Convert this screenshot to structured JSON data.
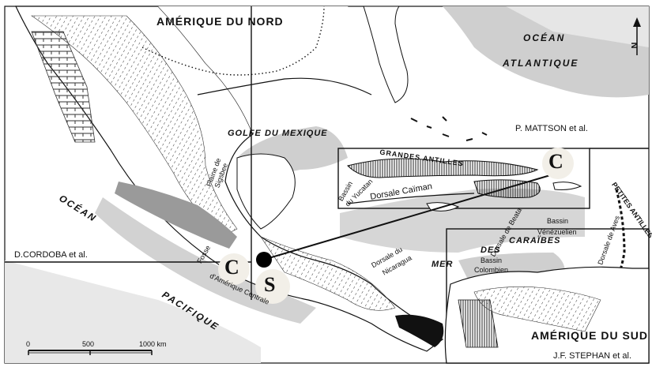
{
  "labels": {
    "north_america": "AMÉRIQUE DU NORD",
    "atlantic_1": "OCÉAN",
    "atlantic_2": "ATLANTIQUE",
    "north": "N",
    "gulf": "GOLFE DU MEXIQUE",
    "sigsbee_1": "Plaine de",
    "sigsbee_2": "Sigsbee",
    "mattson": "P. MATTSON et al.",
    "greater_antilles": "GRANDES ANTILLES",
    "yucatan_1": "Bassin",
    "yucatan_2": "du Yucatan",
    "cayman": "Dorsale Caïman",
    "beata": "Dorsale de Beata",
    "venezuelan_1": "Bassin",
    "venezuelan_2": "Vénézuelien",
    "aves": "Dorsale de Aves",
    "lesser_antilles": "PETITES ANTILLES",
    "nicaragua_1": "Dorsale du",
    "nicaragua_2": "Nicaragua",
    "mer": "MER",
    "des": "DES",
    "caraibes": "CARAÏBES",
    "colombian_1": "Bassin",
    "colombian_2": "Colombien",
    "pacific_1": "OCÉAN",
    "pacific_2": "PACIFIQUE",
    "cordoba": "D.CORDOBA et al.",
    "trench_1": "Fosse",
    "trench_2": "d'Amérique Centrale",
    "south_america": "AMÉRIQUE DU SUD",
    "stephan": "J.F. STEPHAN et al.",
    "marker_c_west": "C",
    "marker_s": "S",
    "marker_c_east": "C"
  },
  "scale": {
    "tick_0": "0",
    "tick_500": "500",
    "tick_1000": "1000 km"
  },
  "colors": {
    "shelf_gray": "#cfcfcf",
    "ink": "#111111",
    "marker_halo": "#f2efe8"
  }
}
